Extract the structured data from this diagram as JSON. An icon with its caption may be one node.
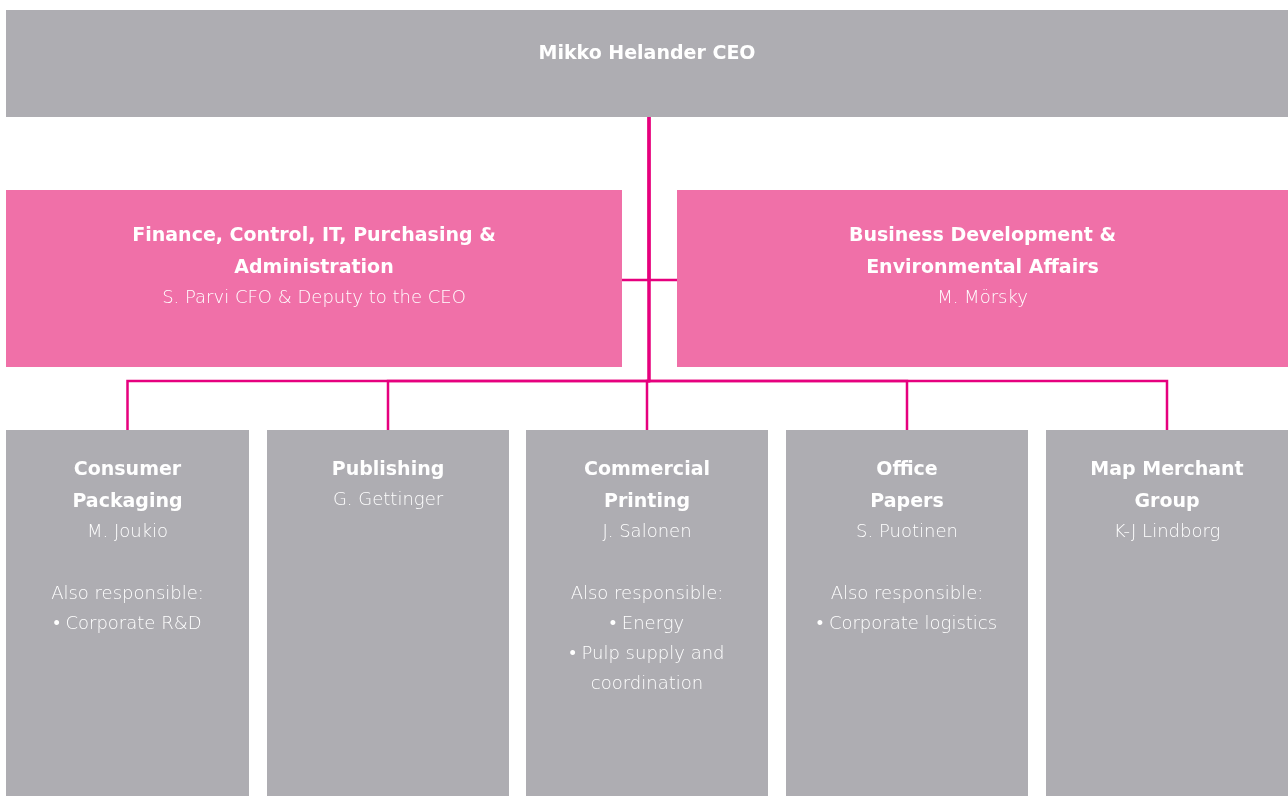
{
  "diagram": {
    "nodes": [
      {
        "text": [
          "Mikko Helander CEO"
        ]
      },
      {
        "text": [
          "Finance, Control, IT, Purchasing & Administration",
          "S. Parvi CFO & Deputy to the CEO"
        ]
      },
      {
        "text": [
          "Business Development & Environmental Affairs",
          "M. Mörsky"
        ]
      },
      {
        "text": [
          "Consumer Packaging",
          "M. Joukio",
          "Also responsible:",
          "• Corporate R&D"
        ]
      },
      {
        "text": [
          "Publishing",
          "G. Gettinger"
        ]
      },
      {
        "text": [
          "Commercial Printing",
          "J. Salonen",
          "Also responsible:",
          "• Energy",
          "• Pulp supply and coordination"
        ]
      },
      {
        "text": [
          "Office Papers",
          "S. Puotinen",
          "Also responsible:",
          "• Corporate logistics"
        ]
      },
      {
        "text": [
          "Map Merchant Group",
          "K-J Lindborg"
        ]
      }
    ],
    "edges": [
      {
        "from": 0,
        "to": 1,
        "arrow": "none"
      },
      {
        "from": 0,
        "to": 2,
        "arrow": "none"
      },
      {
        "from": 0,
        "to": 3,
        "arrow": "none"
      },
      {
        "from": 0,
        "to": 4,
        "arrow": "none"
      },
      {
        "from": 0,
        "to": 5,
        "arrow": "none"
      },
      {
        "from": 0,
        "to": 6,
        "arrow": "none"
      },
      {
        "from": 0,
        "to": 7,
        "arrow": "none"
      }
    ]
  }
}
